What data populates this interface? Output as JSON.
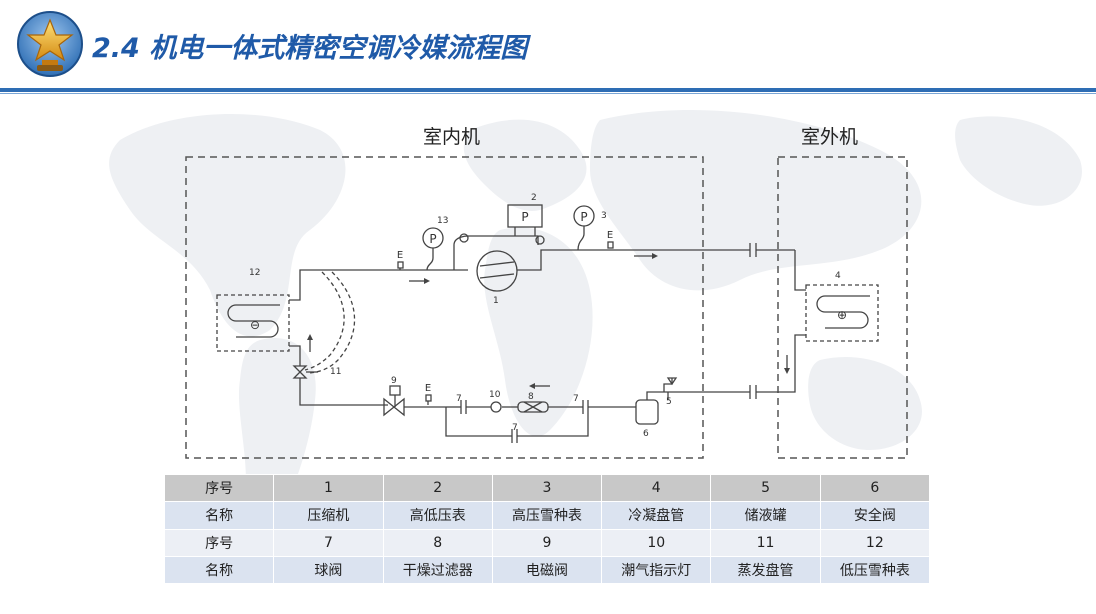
{
  "slide": {
    "title": "2.4 机电一体式精密空调冷媒流程图"
  },
  "diagram": {
    "indoor_label": "室内机",
    "outdoor_label": "室外机",
    "component_numbers": {
      "n1": "1",
      "n2": "2",
      "n3": "3",
      "n4": "4",
      "n5": "5",
      "n6": "6",
      "n7a": "7",
      "n7b": "7",
      "n7c": "7",
      "n8": "8",
      "n9": "9",
      "n10": "10",
      "n11": "11",
      "n12": "12",
      "n13": "13"
    },
    "gauge_letter": "P",
    "port_letter": "E",
    "minus_symbol": "⊖",
    "plus_symbol": "⊕"
  },
  "legend_table": {
    "rows": [
      [
        "序号",
        "1",
        "2",
        "3",
        "4",
        "5",
        "6"
      ],
      [
        "名称",
        "压缩机",
        "高低压表",
        "高压雪种表",
        "冷凝盘管",
        "储液罐",
        "安全阀"
      ],
      [
        "序号",
        "7",
        "8",
        "9",
        "10",
        "11",
        "12"
      ],
      [
        "名称",
        "球阀",
        "干燥过滤器",
        "电磁阀",
        "潮气指示灯",
        "蒸发盘管",
        "低压雪种表"
      ]
    ]
  },
  "colors": {
    "title": "#1f5aa8",
    "rule": "#2e6db4",
    "row_header": "#c8c8c8",
    "row_band_a": "#dbe3f0",
    "row_band_b": "#eceff5"
  },
  "icons": {
    "badge": "star-trophy-icon"
  }
}
